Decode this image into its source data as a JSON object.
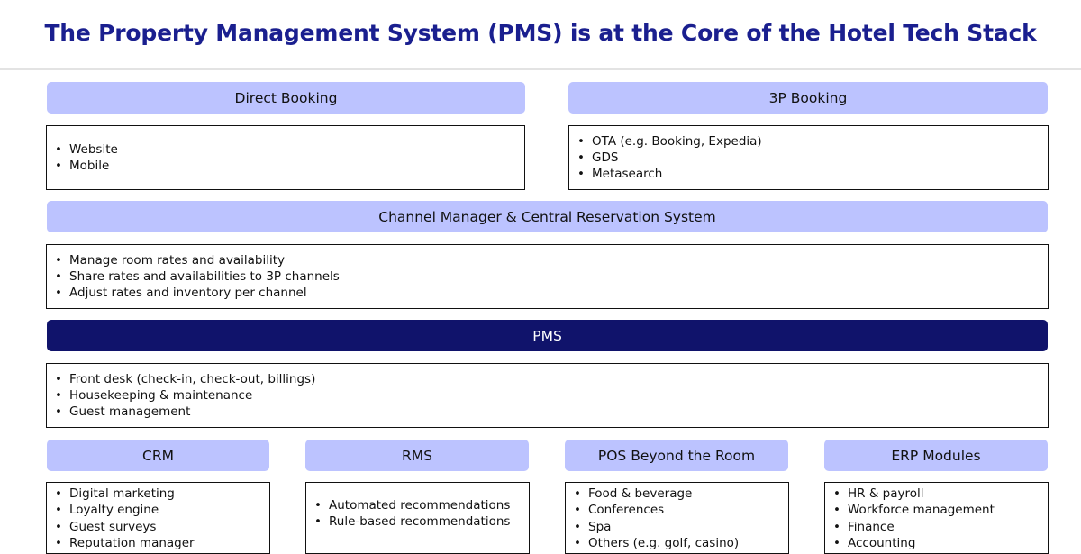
{
  "title": "The Property Management System (PMS) is at the Core of the Hotel Tech Stack",
  "direct_booking": {
    "header": "Direct Booking",
    "items": [
      "Website",
      "Mobile"
    ]
  },
  "third_party_booking": {
    "header": "3P Booking",
    "items": [
      "OTA (e.g. Booking, Expedia)",
      "GDS",
      "Metasearch"
    ]
  },
  "channel_manager": {
    "header": "Channel Manager & Central Reservation System",
    "items": [
      "Manage room rates and availability",
      "Share rates and availabilities to 3P channels",
      "Adjust rates and inventory per channel"
    ]
  },
  "pms": {
    "header": "PMS",
    "items": [
      "Front desk (check-in, check-out, billings)",
      "Housekeeping & maintenance",
      "Guest management"
    ]
  },
  "crm": {
    "header": "CRM",
    "items": [
      "Digital marketing",
      "Loyalty engine",
      "Guest surveys",
      "Reputation manager"
    ]
  },
  "rms": {
    "header": "RMS",
    "items": [
      "Automated recommendations",
      "Rule-based recommendations"
    ]
  },
  "pos": {
    "header": "POS Beyond the Room",
    "items": [
      "Food & beverage",
      "Conferences",
      "Spa",
      "Others (e.g. golf, casino)"
    ]
  },
  "erp": {
    "header": "ERP Modules",
    "items": [
      "HR & payroll",
      "Workforce management",
      "Finance",
      "Accounting"
    ]
  },
  "colors": {
    "title": "#1a1f8f",
    "header_fill": "#bcc3ff",
    "pms_fill": "#10136b"
  }
}
